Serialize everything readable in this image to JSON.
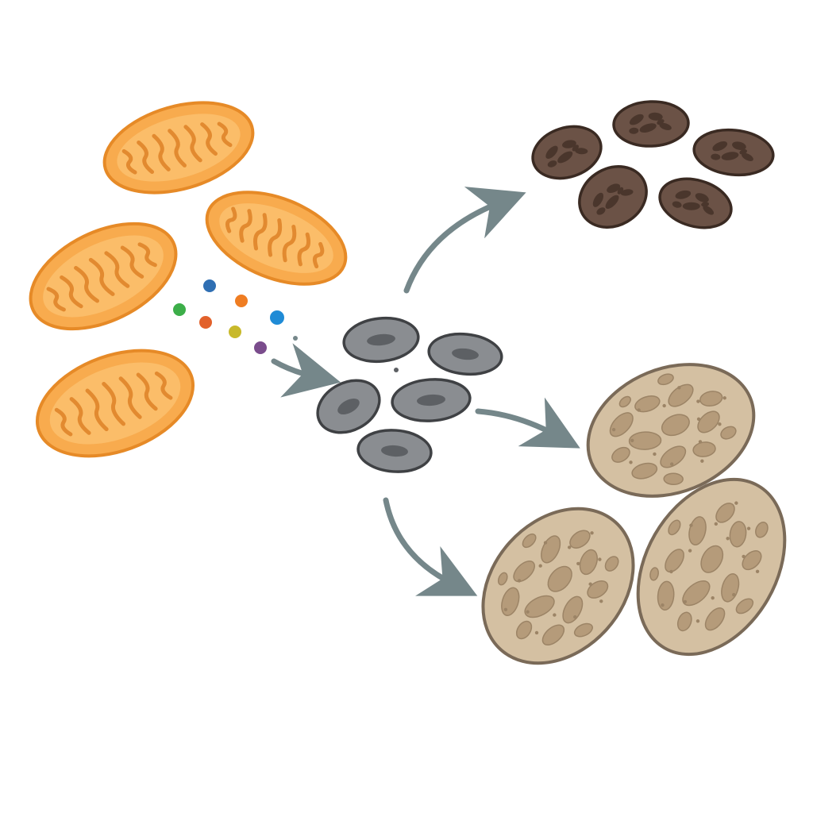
{
  "colors": {
    "background": "#ffffff",
    "mito_fill": "#f8ab4e",
    "mito_inner": "#fbbd69",
    "mito_stroke": "#e68a27",
    "mito_crista": "#e28a30",
    "gray_fill": "#8a8d91",
    "gray_stroke": "#3f4144",
    "gray_core": "#5d6064",
    "dark_fill": "#6b5246",
    "dark_stroke": "#3a2a22",
    "dark_spot": "#4a362c",
    "tan_fill": "#d4c0a2",
    "tan_stroke": "#7a6a58",
    "tan_spot": "#b59b7a",
    "tan_spot_stroke": "#9c8466",
    "arrow": "#75878a"
  },
  "diagram": {
    "nodes": [
      {
        "id": "mitochondria",
        "icon": "mitochondrion-icon",
        "count": 4
      },
      {
        "id": "signal-molecules",
        "icon": "colored-dot-icon",
        "count": 8,
        "dot_colors": [
          "#2f6fb3",
          "#3cae49",
          "#ef7d22",
          "#e2612b",
          "#1f8bd6",
          "#c8b92b",
          "#7a4c8c"
        ]
      },
      {
        "id": "gray-discs",
        "icon": "gray-disc-icon",
        "count": 5
      },
      {
        "id": "dark-brown-discs",
        "icon": "dark-disc-icon",
        "count": 5
      },
      {
        "id": "large-tan-cells",
        "icon": "tan-cell-icon",
        "count": 3
      }
    ],
    "edges": [
      {
        "from": "signal-molecules",
        "to": "gray-discs"
      },
      {
        "from": "gray-discs",
        "to": "dark-brown-discs"
      },
      {
        "from": "gray-discs",
        "to": "large-tan-cells"
      },
      {
        "from": "gray-discs",
        "to": "large-tan-cells"
      }
    ]
  }
}
